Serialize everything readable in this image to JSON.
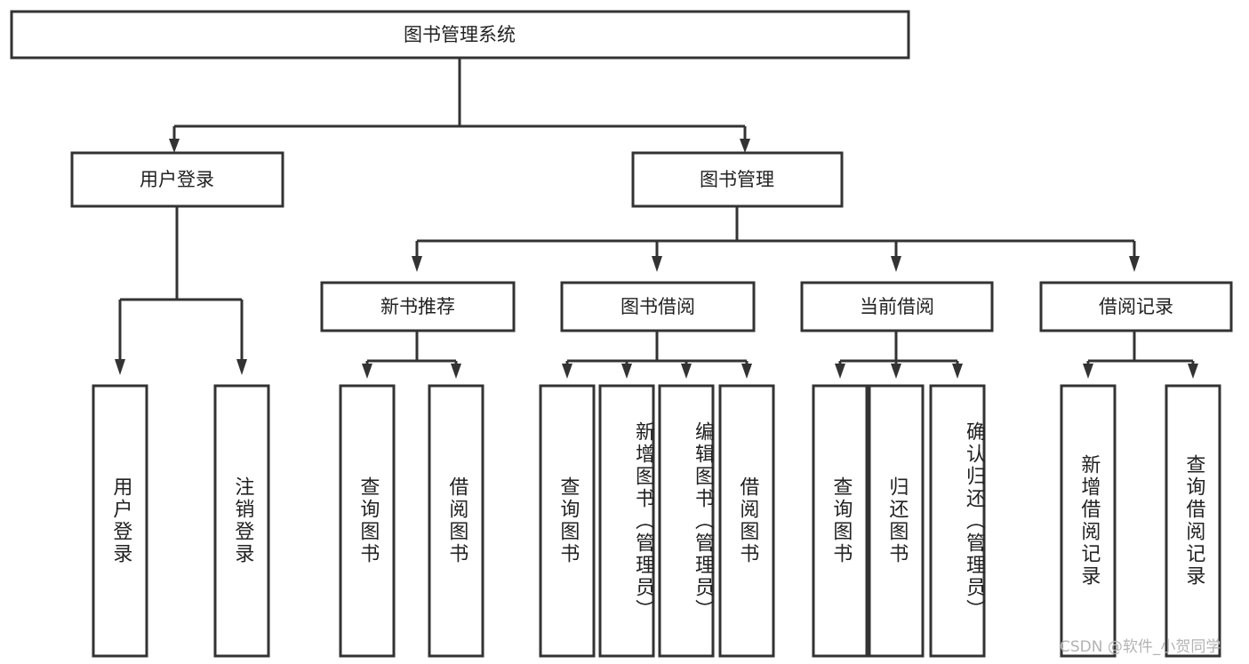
{
  "diagram": {
    "type": "tree-hierarchy",
    "title": "图书管理系统",
    "root": {
      "id": "root",
      "label": "图书管理系统"
    },
    "level2": [
      {
        "id": "user-login",
        "label": "用户登录"
      },
      {
        "id": "book-management",
        "label": "图书管理"
      }
    ],
    "level3": [
      {
        "id": "new-book-recommend",
        "label": "新书推荐",
        "parent": "book-management"
      },
      {
        "id": "book-borrow",
        "label": "图书借阅",
        "parent": "book-management"
      },
      {
        "id": "current-borrow",
        "label": "当前借阅",
        "parent": "book-management"
      },
      {
        "id": "borrow-record",
        "label": "借阅记录",
        "parent": "book-management"
      }
    ],
    "leaves": [
      {
        "id": "leaf-user-login",
        "label": "用户登录",
        "parent": "user-login"
      },
      {
        "id": "leaf-logout-login",
        "label": "注销登录",
        "parent": "user-login"
      },
      {
        "id": "leaf-query-book-1",
        "label": "查询图书",
        "parent": "new-book-recommend"
      },
      {
        "id": "leaf-borrow-book-1",
        "label": "借阅图书",
        "parent": "new-book-recommend"
      },
      {
        "id": "leaf-query-book-2",
        "label": "查询图书",
        "parent": "book-borrow"
      },
      {
        "id": "leaf-add-book",
        "label": "新增图书（管理员）",
        "parent": "book-borrow"
      },
      {
        "id": "leaf-edit-book",
        "label": "编辑图书（管理员）",
        "parent": "book-borrow"
      },
      {
        "id": "leaf-borrow-book-2",
        "label": "借阅图书",
        "parent": "book-borrow"
      },
      {
        "id": "leaf-query-book-3",
        "label": "查询图书",
        "parent": "current-borrow"
      },
      {
        "id": "leaf-return-book",
        "label": "归还图书",
        "parent": "current-borrow"
      },
      {
        "id": "leaf-confirm-return",
        "label": "确认归还（管理员）",
        "parent": "current-borrow"
      },
      {
        "id": "leaf-add-record",
        "label": "新增借阅记录",
        "parent": "borrow-record"
      },
      {
        "id": "leaf-query-record",
        "label": "查询借阅记录",
        "parent": "borrow-record"
      }
    ]
  },
  "watermark": {
    "text": "CSDN @软件_小贺同学"
  },
  "colors": {
    "stroke": "#333333",
    "box_fill": "#ffffff",
    "text": "#222222",
    "watermark": "#b3b3b3",
    "background": "#ffffff"
  }
}
